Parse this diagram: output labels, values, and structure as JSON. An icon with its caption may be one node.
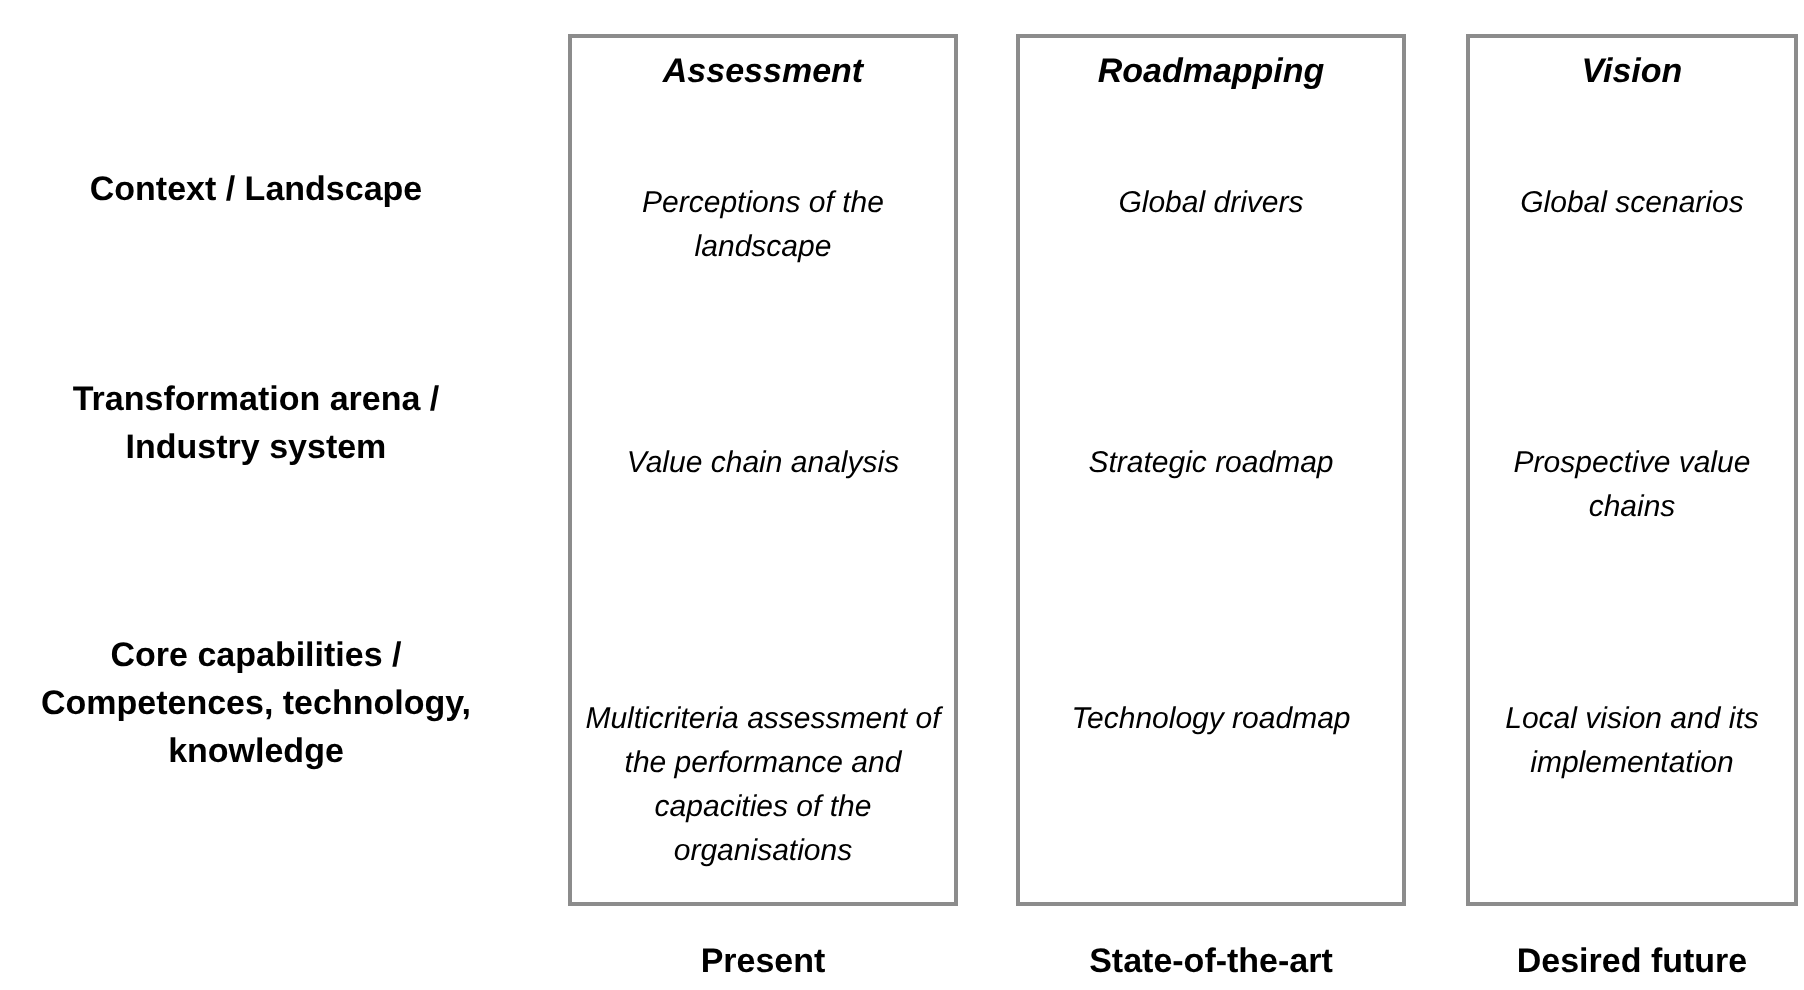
{
  "diagram": {
    "nodes": [
      {
        "text": [
          "Assessment",
          "Perceptions of the landscape",
          "Value chain analysis",
          "Multicriteria assessment of the performance and capacities of the organisations"
        ],
        "beside": [
          "Present"
        ]
      },
      {
        "text": [
          "Roadmapping",
          "Global drivers",
          "Strategic roadmap",
          "Technology roadmap"
        ],
        "beside": [
          "State-of-the-art"
        ]
      },
      {
        "text": [
          "Vision",
          "Global scenarios",
          "Prospective value chains",
          "Local vision and its implementation"
        ],
        "beside": [
          "Desired future"
        ]
      }
    ],
    "labels": [
      "Context / Landscape",
      "Transformation arena / Industry system",
      "Core capabilities / Competences, technology, knowledge"
    ]
  }
}
